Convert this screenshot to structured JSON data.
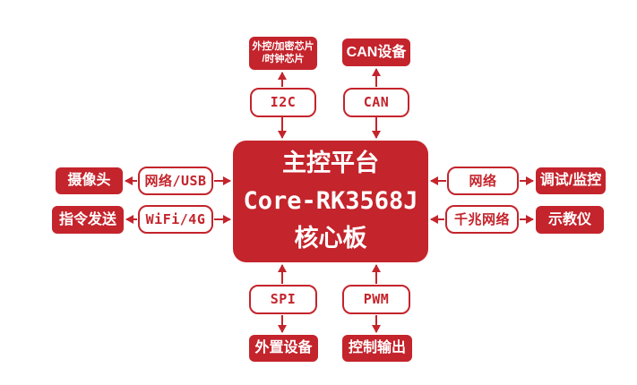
{
  "colors": {
    "accent": "#C4242C",
    "background": "#FFFFFF",
    "box_text_on_red": "#FFFFFF"
  },
  "center": {
    "line1": "主控平台",
    "line2": "Core-RK3568J",
    "line3": "核心板"
  },
  "boxes": {
    "top_left_device": {
      "line1": "外控/加密芯片",
      "line2": "/时钟芯片"
    },
    "top_left_iface": "I2C",
    "top_right_device": "CAN设备",
    "top_right_iface": "CAN",
    "left_row1_device": "摄像头",
    "left_row1_iface": "网络/USB",
    "left_row2_device": "指令发送",
    "left_row2_iface": "WiFi/4G",
    "right_row1_iface": "网络",
    "right_row1_device": "调试/监控",
    "right_row2_iface": "千兆网络",
    "right_row2_device": "示教仪",
    "bottom_left_iface": "SPI",
    "bottom_left_device": "外置设备",
    "bottom_right_iface": "PWM",
    "bottom_right_device": "控制输出"
  },
  "connections": [
    {
      "from": "I2C",
      "to": "外控/加密芯片/时钟芯片"
    },
    {
      "from": "I2C",
      "to": "主控平台 Core-RK3568J 核心板"
    },
    {
      "from": "CAN",
      "to": "CAN设备"
    },
    {
      "from": "CAN",
      "to": "主控平台 Core-RK3568J 核心板"
    },
    {
      "from": "网络/USB",
      "to": "摄像头"
    },
    {
      "from": "网络/USB",
      "to": "主控平台 Core-RK3568J 核心板"
    },
    {
      "from": "WiFi/4G",
      "to": "指令发送"
    },
    {
      "from": "WiFi/4G",
      "to": "主控平台 Core-RK3568J 核心板"
    },
    {
      "from": "网络",
      "to": "调试/监控"
    },
    {
      "from": "网络",
      "to": "主控平台 Core-RK3568J 核心板"
    },
    {
      "from": "千兆网络",
      "to": "示教仪"
    },
    {
      "from": "千兆网络",
      "to": "主控平台 Core-RK3568J 核心板"
    },
    {
      "from": "SPI",
      "to": "外置设备"
    },
    {
      "from": "SPI",
      "to": "主控平台 Core-RK3568J 核心板"
    },
    {
      "from": "PWM",
      "to": "控制输出"
    },
    {
      "from": "PWM",
      "to": "主控平台 Core-RK3568J 核心板"
    }
  ]
}
